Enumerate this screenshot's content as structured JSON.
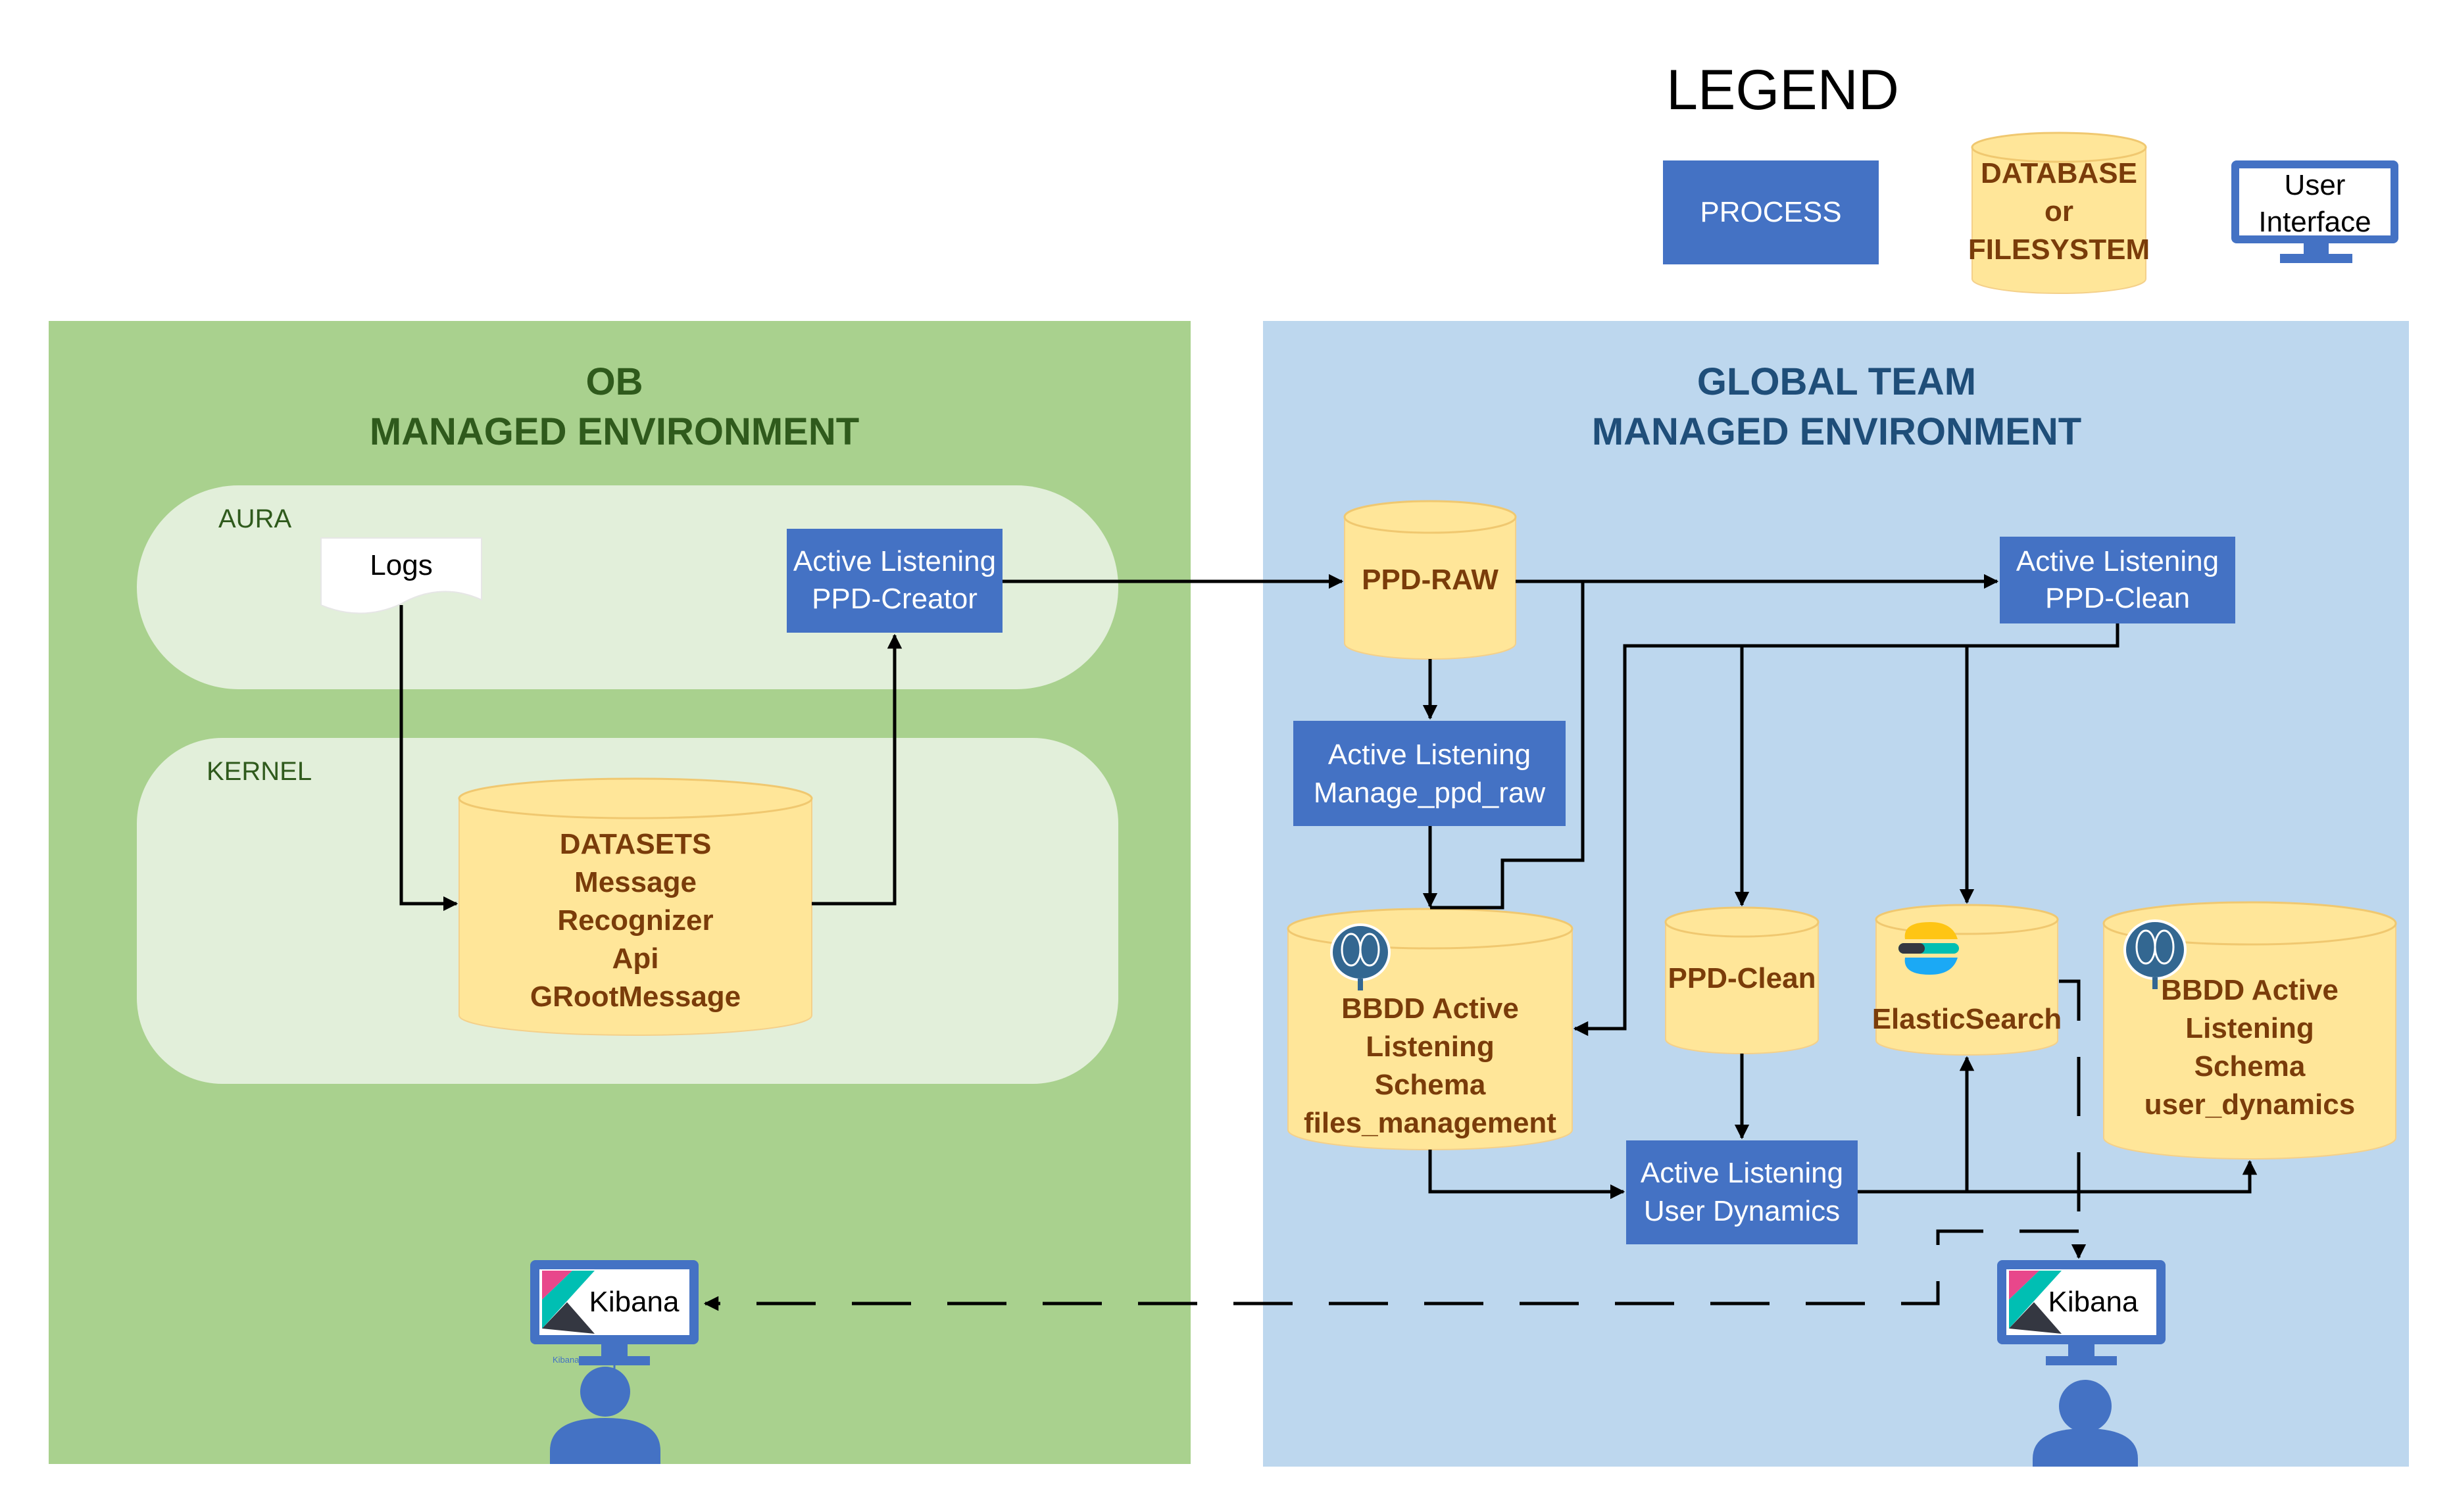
{
  "legend": {
    "title": "LEGEND",
    "process": "PROCESS",
    "database": [
      "DATABASE",
      "or",
      "FILESYSTEM"
    ],
    "user_interface": [
      "User",
      "Interface"
    ]
  },
  "ob_env": {
    "title": [
      "OB",
      "MANAGED ENVIRONMENT"
    ],
    "aura_label": "AURA",
    "kernel_label": "KERNEL",
    "logs": "Logs",
    "ppd_creator": [
      "Active Listening",
      "PPD-Creator"
    ],
    "datasets": [
      "DATASETS",
      "Message",
      "Recognizer",
      "Api",
      "GRootMessage"
    ],
    "kibana": "Kibana",
    "kibana_small": "Kibana"
  },
  "global_env": {
    "title": [
      "GLOBAL TEAM",
      "MANAGED ENVIRONMENT"
    ],
    "ppd_raw": "PPD-RAW",
    "ppd_clean_proc": [
      "Active Listening",
      "PPD-Clean"
    ],
    "manage_ppd_raw": [
      "Active Listening",
      "Manage_ppd_raw"
    ],
    "bbdd_files": [
      "BBDD Active",
      "Listening",
      "Schema",
      "files_management"
    ],
    "ppd_clean_db": "PPD-Clean",
    "elasticsearch": "ElasticSearch",
    "bbdd_user": [
      "BBDD Active",
      "Listening",
      "Schema",
      "user_dynamics"
    ],
    "user_dynamics_proc": [
      "Active Listening",
      "User Dynamics"
    ],
    "kibana": "Kibana"
  },
  "colors": {
    "process": "#4472c4",
    "database": "#ffe699",
    "ob_background": "#a9d18e",
    "global_background": "#bdd7ee",
    "zone_background": "#e2efda"
  },
  "icons": [
    "document-icon",
    "database-cylinder-icon",
    "monitor-icon",
    "postgresql-icon",
    "elasticsearch-icon",
    "kibana-icon",
    "user-icon"
  ]
}
